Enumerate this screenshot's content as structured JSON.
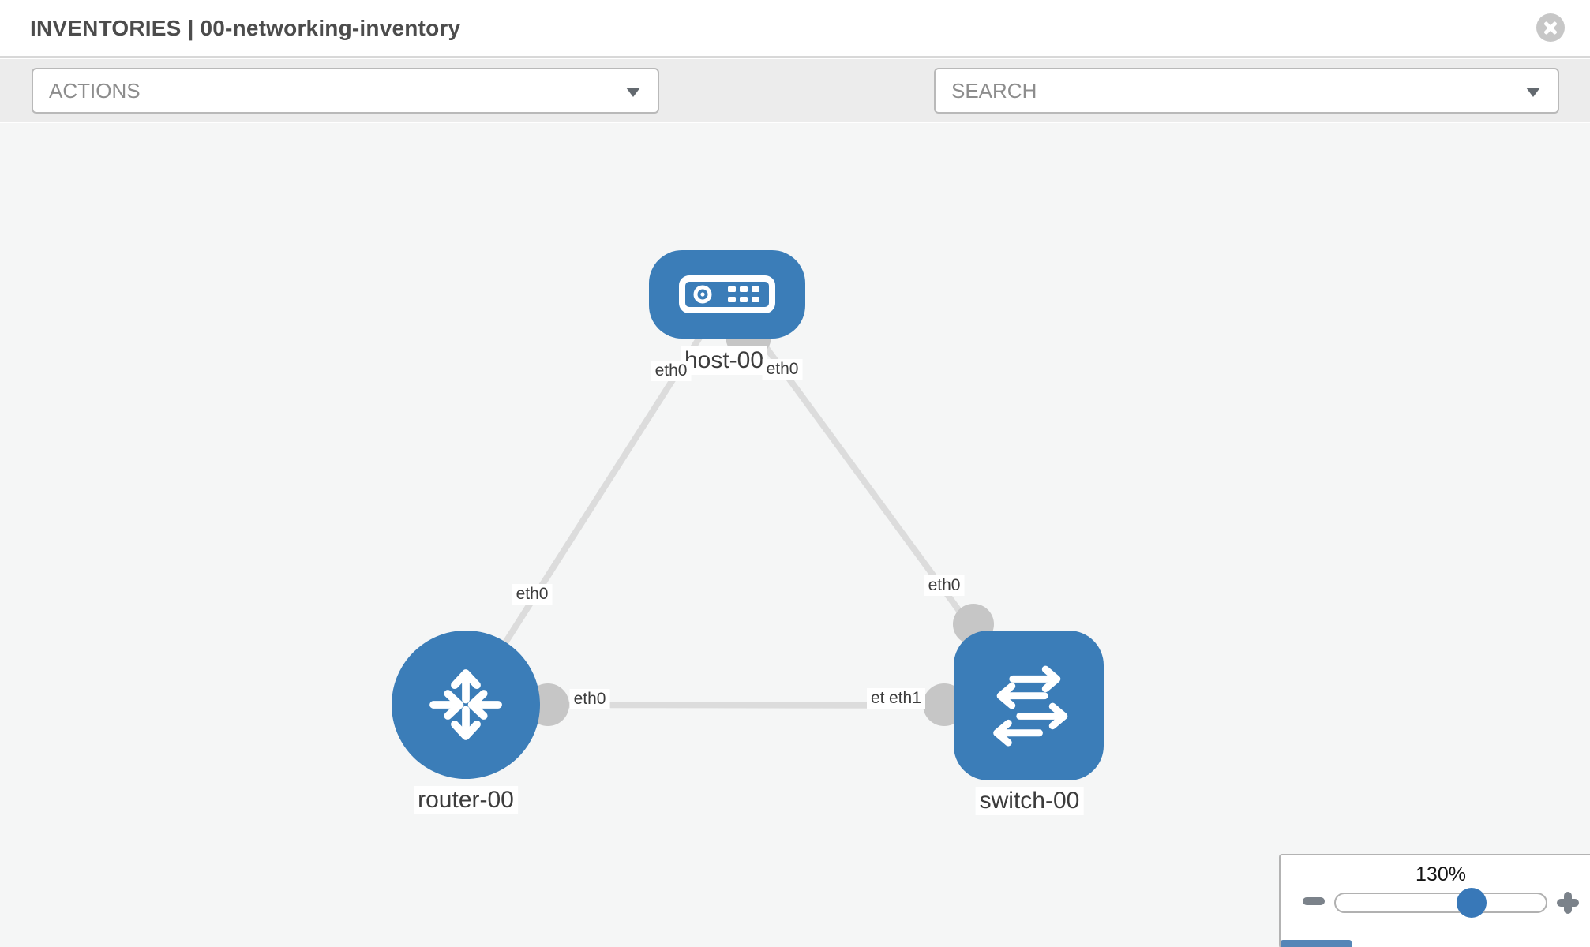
{
  "header": {
    "title": "INVENTORIES | 00-networking-inventory"
  },
  "toolbar": {
    "actions_placeholder": "ACTIONS",
    "search_placeholder": "SEARCH",
    "icons": [
      "wrench-icon",
      "key-icon"
    ]
  },
  "topology": {
    "nodes": [
      {
        "label": "host-00",
        "type": "host",
        "icon": "server-icon"
      },
      {
        "label": "router-00",
        "type": "router",
        "icon": "router-icon"
      },
      {
        "label": "switch-00",
        "type": "switch",
        "icon": "switch-icon"
      }
    ],
    "links": [
      {
        "from": "host-00",
        "to": "router-00",
        "labels": {
          "at_host": "eth0",
          "near_router": "eth0"
        }
      },
      {
        "from": "host-00",
        "to": "switch-00",
        "labels": {
          "at_host": "eth0",
          "near_switch": "eth0"
        }
      },
      {
        "from": "router-00",
        "to": "switch-00",
        "labels": {
          "near_router": "eth0",
          "at_switch_under": "eth0",
          "at_switch": "eth1"
        }
      }
    ]
  },
  "zoom_control": {
    "level": "130%"
  },
  "colors": {
    "node_blue": "#3b7db8",
    "link_gray": "#dcdcdc",
    "connector_gray": "#c6c6c6",
    "accent_blue": "#3878b8"
  }
}
